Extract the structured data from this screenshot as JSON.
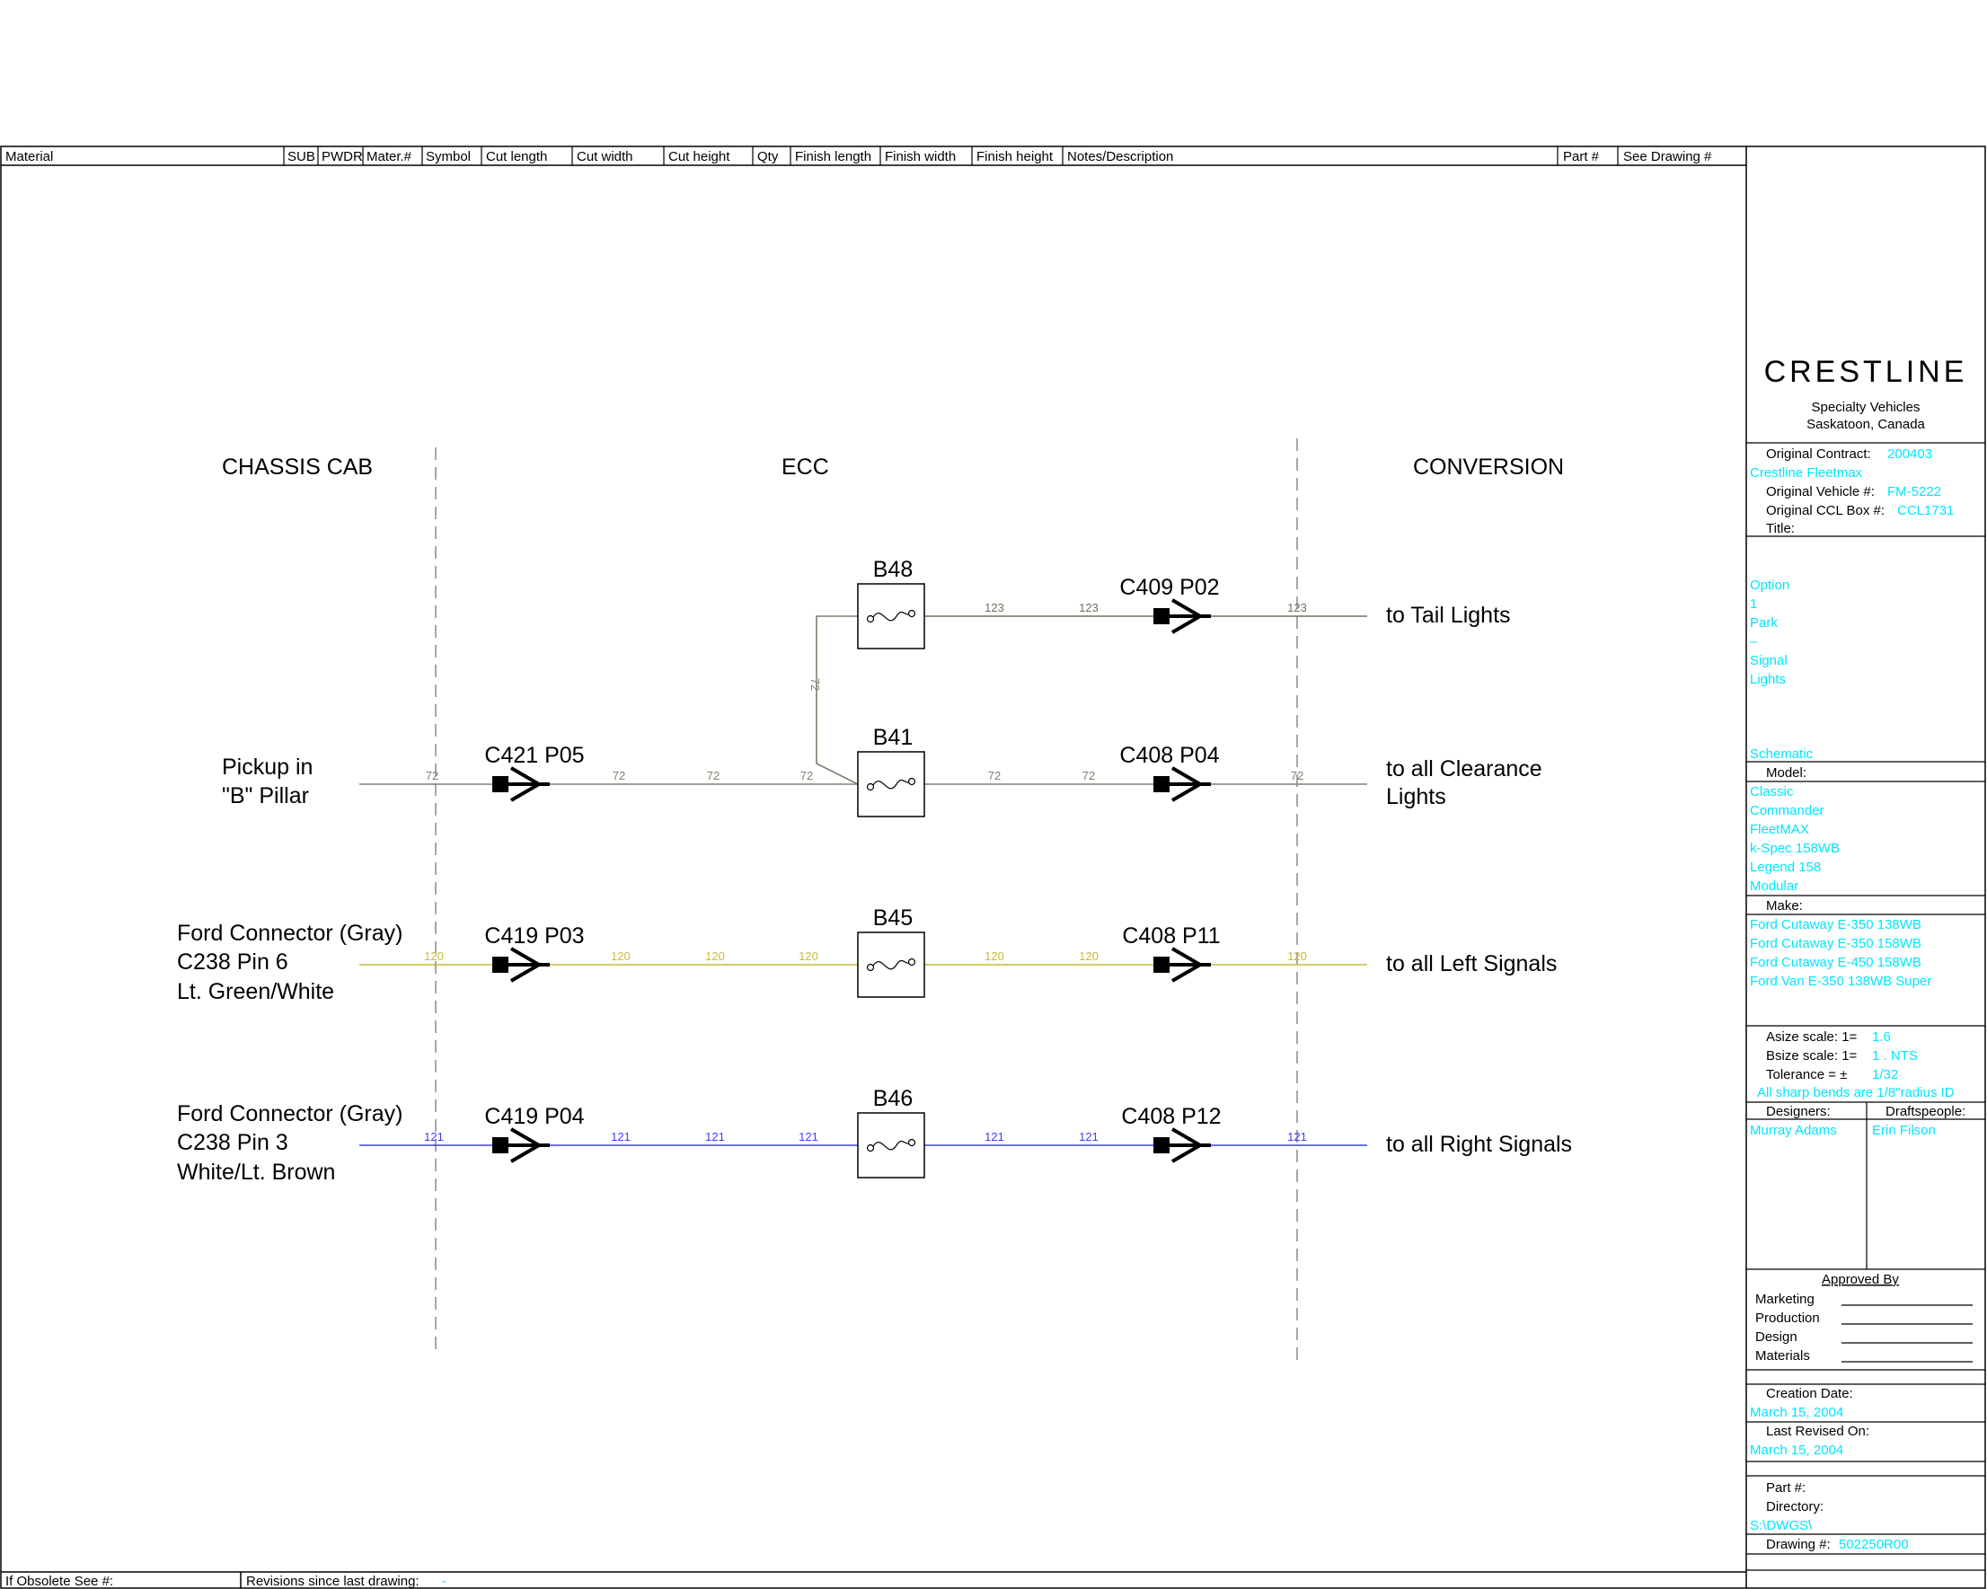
{
  "header": {
    "columns": [
      "Material",
      "SUB",
      "PWDR",
      "Mater.#",
      "Symbol",
      "Cut length",
      "Cut width",
      "Cut height",
      "Qty",
      "Finish length",
      "Finish width",
      "Finish height",
      "Notes/Description",
      "Part #",
      "See Drawing #"
    ]
  },
  "zones": {
    "left": "CHASSIS CAB",
    "middle": "ECC",
    "right": "CONVERSION"
  },
  "fuses": {
    "b48": "B48",
    "b41": "B41",
    "b45": "B45",
    "b46": "B46"
  },
  "connectors": {
    "c409_p02": "C409 P02",
    "c421_p05": "C421 P05",
    "c408_p04": "C408 P04",
    "c419_p03": "C419 P03",
    "c408_p11": "C408 P11",
    "c419_p04": "C419 P04",
    "c408_p12": "C408 P12"
  },
  "sources": {
    "pickup": [
      "Pickup in",
      "\"B\" Pillar"
    ],
    "ford_left": [
      "Ford Connector (Gray)",
      "C238 Pin 6",
      "Lt. Green/White"
    ],
    "ford_right": [
      "Ford Connector (Gray)",
      "C238 Pin 3",
      "White/Lt. Brown"
    ]
  },
  "destinations": {
    "tail": "to Tail Lights",
    "clearance": [
      "to all Clearance",
      "Lights"
    ],
    "left": "to all Left Signals",
    "right": "to all Right Signals"
  },
  "wires": {
    "w123": "123",
    "w72": "72",
    "w120": "120",
    "w121": "121"
  },
  "colors": {
    "wire_tail": "#707060",
    "wire_clearance": "#808070",
    "wire_left": "#c8b83c",
    "wire_right": "#3c3cff",
    "cyan": "#00e5ff"
  },
  "title_block": {
    "logo": "CRESTLINE",
    "company": "Specialty Vehicles",
    "location": "Saskatoon, Canada",
    "original_contract_label": "Original Contract:",
    "original_contract_value": "200403",
    "fleetmax": "Crestline Fleetmax",
    "original_vehicle_label": "Original Vehicle #:",
    "original_vehicle_value": "FM-5222",
    "original_ccl_label": "Original CCL Box #:",
    "original_ccl_value": "CCL1731",
    "title_label": "Title:",
    "title_lines": [
      "Option",
      "1",
      "Park",
      "–",
      "Signal",
      "Lights"
    ],
    "schematic": "Schematic",
    "model_label": "Model:",
    "models": [
      "Classic",
      "Commander",
      "FleetMAX",
      "k-Spec 158WB",
      "Legend 158",
      "Modular"
    ],
    "make_label": "Make:",
    "makes": [
      "Ford Cutaway E-350 138WB",
      "Ford Cutaway E-350 158WB",
      "Ford Cutaway E-450 158WB",
      "Ford Van E-350 138WB Super"
    ],
    "asize_label": "Asize scale: 1=",
    "asize_value": "1.6",
    "bsize_label": "Bsize scale: 1=",
    "bsize_value": "1 . NTS",
    "tolerance_label": "Tolerance = ±",
    "tolerance_value": "1/32",
    "bends_note": "All sharp bends are 1/8\"radius ID",
    "designers_label": "Designers:",
    "designers_value": "Murray Adams",
    "draftspeople_label": "Draftspeople:",
    "draftspeople_value": "Erin Filson",
    "approved_by": "Approved By",
    "approvals": [
      "Marketing",
      "Production",
      "Design",
      "Materials"
    ],
    "creation_date_label": "Creation Date:",
    "creation_date_value": "March 15, 2004",
    "last_revised_label": "Last Revised On:",
    "last_revised_value": "March 15, 2004",
    "part_label": "Part #:",
    "directory_label": "Directory:",
    "directory_value": "S:\\DWGS\\",
    "drawing_label": "Drawing #:",
    "drawing_value": "502250R00"
  },
  "footer": {
    "obsolete_label": "If Obsolete See #:",
    "revisions_label": "Revisions since last drawing:",
    "revisions_value": "-"
  }
}
